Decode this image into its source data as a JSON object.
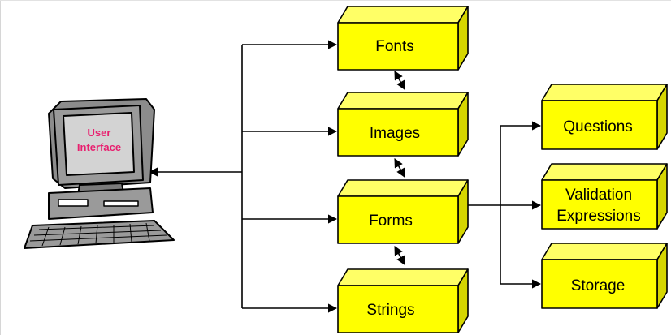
{
  "computer": {
    "label_line1": "User",
    "label_line2": "Interface"
  },
  "boxes": {
    "fonts": "Fonts",
    "images": "Images",
    "forms": "Forms",
    "strings": "Strings",
    "questions": "Questions",
    "validation_line1": "Validation",
    "validation_line2": "Expressions",
    "storage": "Storage"
  },
  "colors": {
    "box_face": "#ffff00",
    "box_top": "#ffff66",
    "box_side": "#d6d600",
    "screen_text": "#e8206f"
  }
}
